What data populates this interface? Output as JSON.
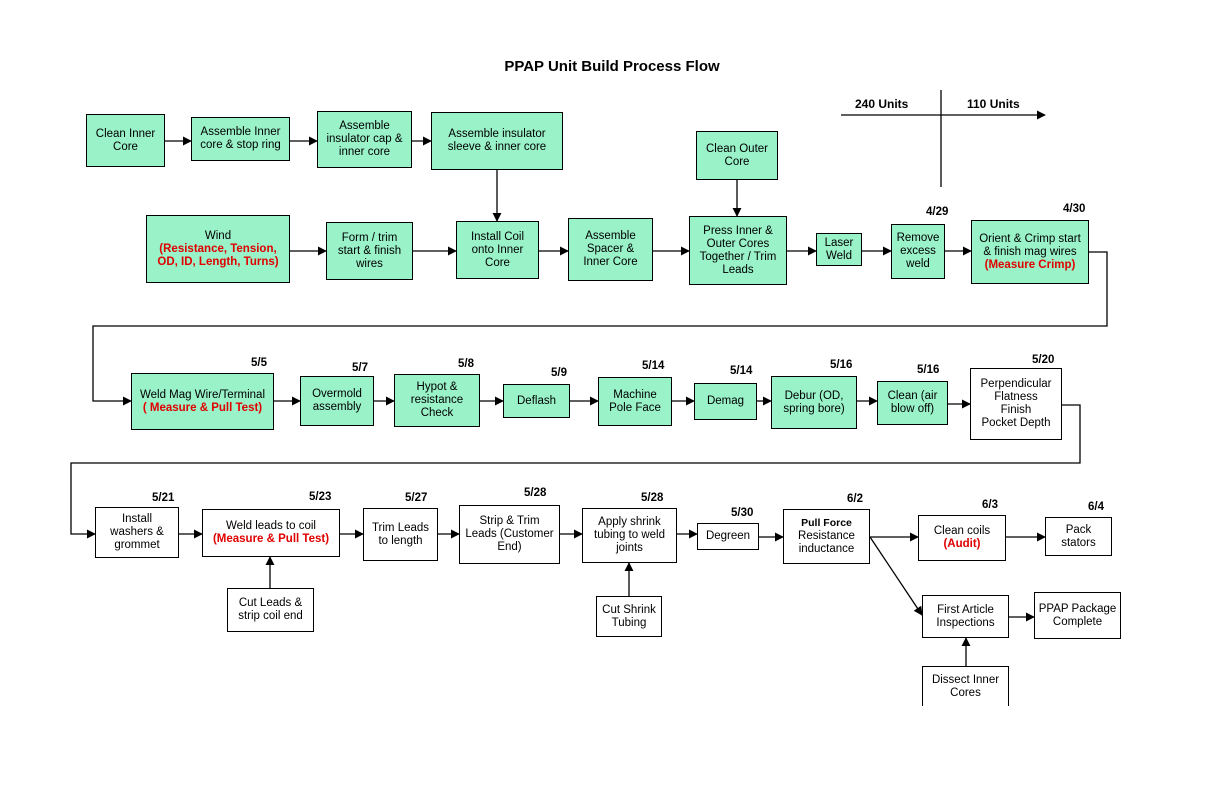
{
  "title": "PPAP Unit Build Process Flow",
  "legend": {
    "left": "240 Units",
    "right": "110 Units"
  },
  "colors": {
    "green_box": "#99f2c8",
    "highlight": "#e00000"
  },
  "steps": {
    "clean_inner_core": {
      "line1": "Clean Inner",
      "line2": "Core"
    },
    "assemble_inner_core_stop": {
      "line1": "Assemble Inner",
      "line2": "core & stop ring"
    },
    "assemble_insulator_cap": {
      "line1": "Assemble",
      "line2": "insulator cap &",
      "line3": "inner core"
    },
    "assemble_insulator_sleeve": {
      "line1": "Assemble insulator",
      "line2": "sleeve & inner core"
    },
    "clean_outer_core": {
      "line1": "Clean Outer",
      "line2": "Core"
    },
    "wind": {
      "line1": "Wind",
      "red1": "(Resistance, Tension,",
      "red2": "OD, ID, Length, Turns)"
    },
    "form_trim": {
      "line1": "Form / trim",
      "line2": "start & finish",
      "line3": "wires"
    },
    "install_coil": {
      "line1": "Install Coil",
      "line2": "onto Inner",
      "line3": "Core"
    },
    "assemble_spacer": {
      "line1": "Assemble",
      "line2": "Spacer &",
      "line3": "Inner Core"
    },
    "press_inner_outer": {
      "line1": "Press Inner &",
      "line2": "Outer Cores",
      "line3": "Together / Trim",
      "line4": "Leads"
    },
    "laser_weld": {
      "line1": "Laser",
      "line2": "Weld"
    },
    "remove_excess_weld": {
      "line1": "Remove",
      "line2": "excess",
      "line3": "weld",
      "date": "4/29"
    },
    "orient_crimp": {
      "line1": "Orient & Crimp start",
      "line2": "& finish mag wires",
      "red1": "(Measure Crimp)",
      "date": "4/30"
    },
    "weld_mag_wire": {
      "line1": "Weld  Mag Wire/Terminal",
      "red1": "( Measure & Pull Test)",
      "date": "5/5"
    },
    "overmold": {
      "line1": "Overmold",
      "line2": "assembly",
      "date": "5/7"
    },
    "hypot": {
      "line1": "Hypot &",
      "line2": "resistance",
      "line3": "Check",
      "date": "5/8"
    },
    "deflash": {
      "line1": "Deflash",
      "date": "5/9"
    },
    "machine_pole": {
      "line1": "Machine",
      "line2": "Pole Face",
      "date": "5/14"
    },
    "demag": {
      "line1": "Demag",
      "date": "5/14"
    },
    "debur": {
      "line1": "Debur (OD,",
      "line2": "spring bore)",
      "date": "5/16"
    },
    "clean_air": {
      "line1": "Clean (air",
      "line2": "blow off)",
      "date": "5/16"
    },
    "perpendicular": {
      "line1": "Perpendicular",
      "line2": "Flatness",
      "line3": "Finish",
      "line4": "Pocket Depth",
      "date": "5/20"
    },
    "install_washers": {
      "line1": "Install",
      "line2": "washers &",
      "line3": "grommet",
      "date": "5/21"
    },
    "weld_leads": {
      "line1": "Weld leads to coil",
      "red1": "(Measure & Pull Test)",
      "date": "5/23"
    },
    "trim_leads": {
      "line1": "Trim Leads",
      "line2": "to length",
      "date": "5/27"
    },
    "strip_trim": {
      "line1": "Strip & Trim",
      "line2": "Leads (Customer",
      "line3": "End)",
      "date": "5/28"
    },
    "apply_shrink": {
      "line1": "Apply shrink",
      "line2": "tubing to weld",
      "line3": "joints",
      "date": "5/28"
    },
    "degreen": {
      "line1": "Degreen",
      "date": "5/30"
    },
    "pull_force": {
      "line1": "Pull Force",
      "line2": "Resistance",
      "line3": "inductance",
      "date": "6/2"
    },
    "clean_coils": {
      "line1": "Clean coils",
      "red1": "(Audit)",
      "date": "6/3"
    },
    "pack_stators": {
      "line1": "Pack",
      "line2": "stators",
      "date": "6/4"
    },
    "cut_leads": {
      "line1": "Cut Leads &",
      "line2": "strip coil end"
    },
    "cut_shrink": {
      "line1": "Cut Shrink",
      "line2": "Tubing"
    },
    "first_article": {
      "line1": "First Article",
      "line2": "Inspections"
    },
    "ppap_package": {
      "line1": "PPAP Package",
      "line2": "Complete"
    },
    "dissect_inner": {
      "line1": "Dissect Inner",
      "line2": "Cores"
    }
  }
}
